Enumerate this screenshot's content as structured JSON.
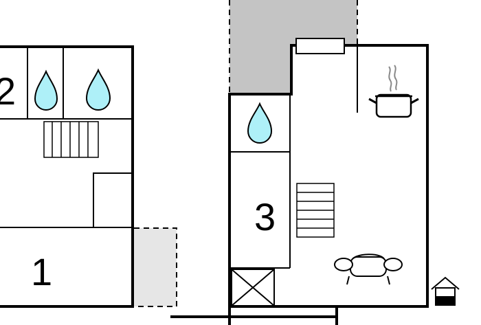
{
  "colors": {
    "wall": "#000000",
    "terrace": "#c4c4c4",
    "terrace_light": "#e6e6e6",
    "water_drop": "#aef0f8",
    "background": "#ffffff"
  },
  "rooms": {
    "room_1": {
      "label": "1"
    },
    "room_2": {
      "label": "2"
    },
    "room_3": {
      "label": "3"
    }
  },
  "icons": {
    "bathroom": "water-drop-icon",
    "kitchen": "cooking-pot-icon",
    "living": "sofa-icon",
    "stairs": "staircase-icon",
    "entrance": "house-entrance-icon",
    "storage": "crossed-box-icon"
  }
}
